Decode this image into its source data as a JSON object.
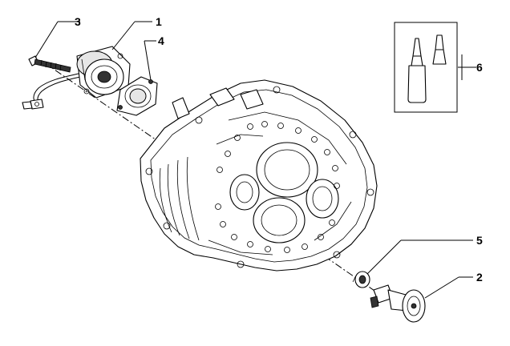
{
  "callouts": {
    "c1": "1",
    "c2": "2",
    "c3": "3",
    "c4": "4",
    "c5": "5",
    "c6": "6"
  },
  "parts": [
    {
      "id": "1",
      "name": "clutch-slave-cylinder"
    },
    {
      "id": "2",
      "name": "bleed-fitting"
    },
    {
      "id": "3",
      "name": "bolt"
    },
    {
      "id": "4",
      "name": "gasket"
    },
    {
      "id": "5",
      "name": "seal-ring"
    },
    {
      "id": "6",
      "name": "sealant-kit"
    }
  ]
}
